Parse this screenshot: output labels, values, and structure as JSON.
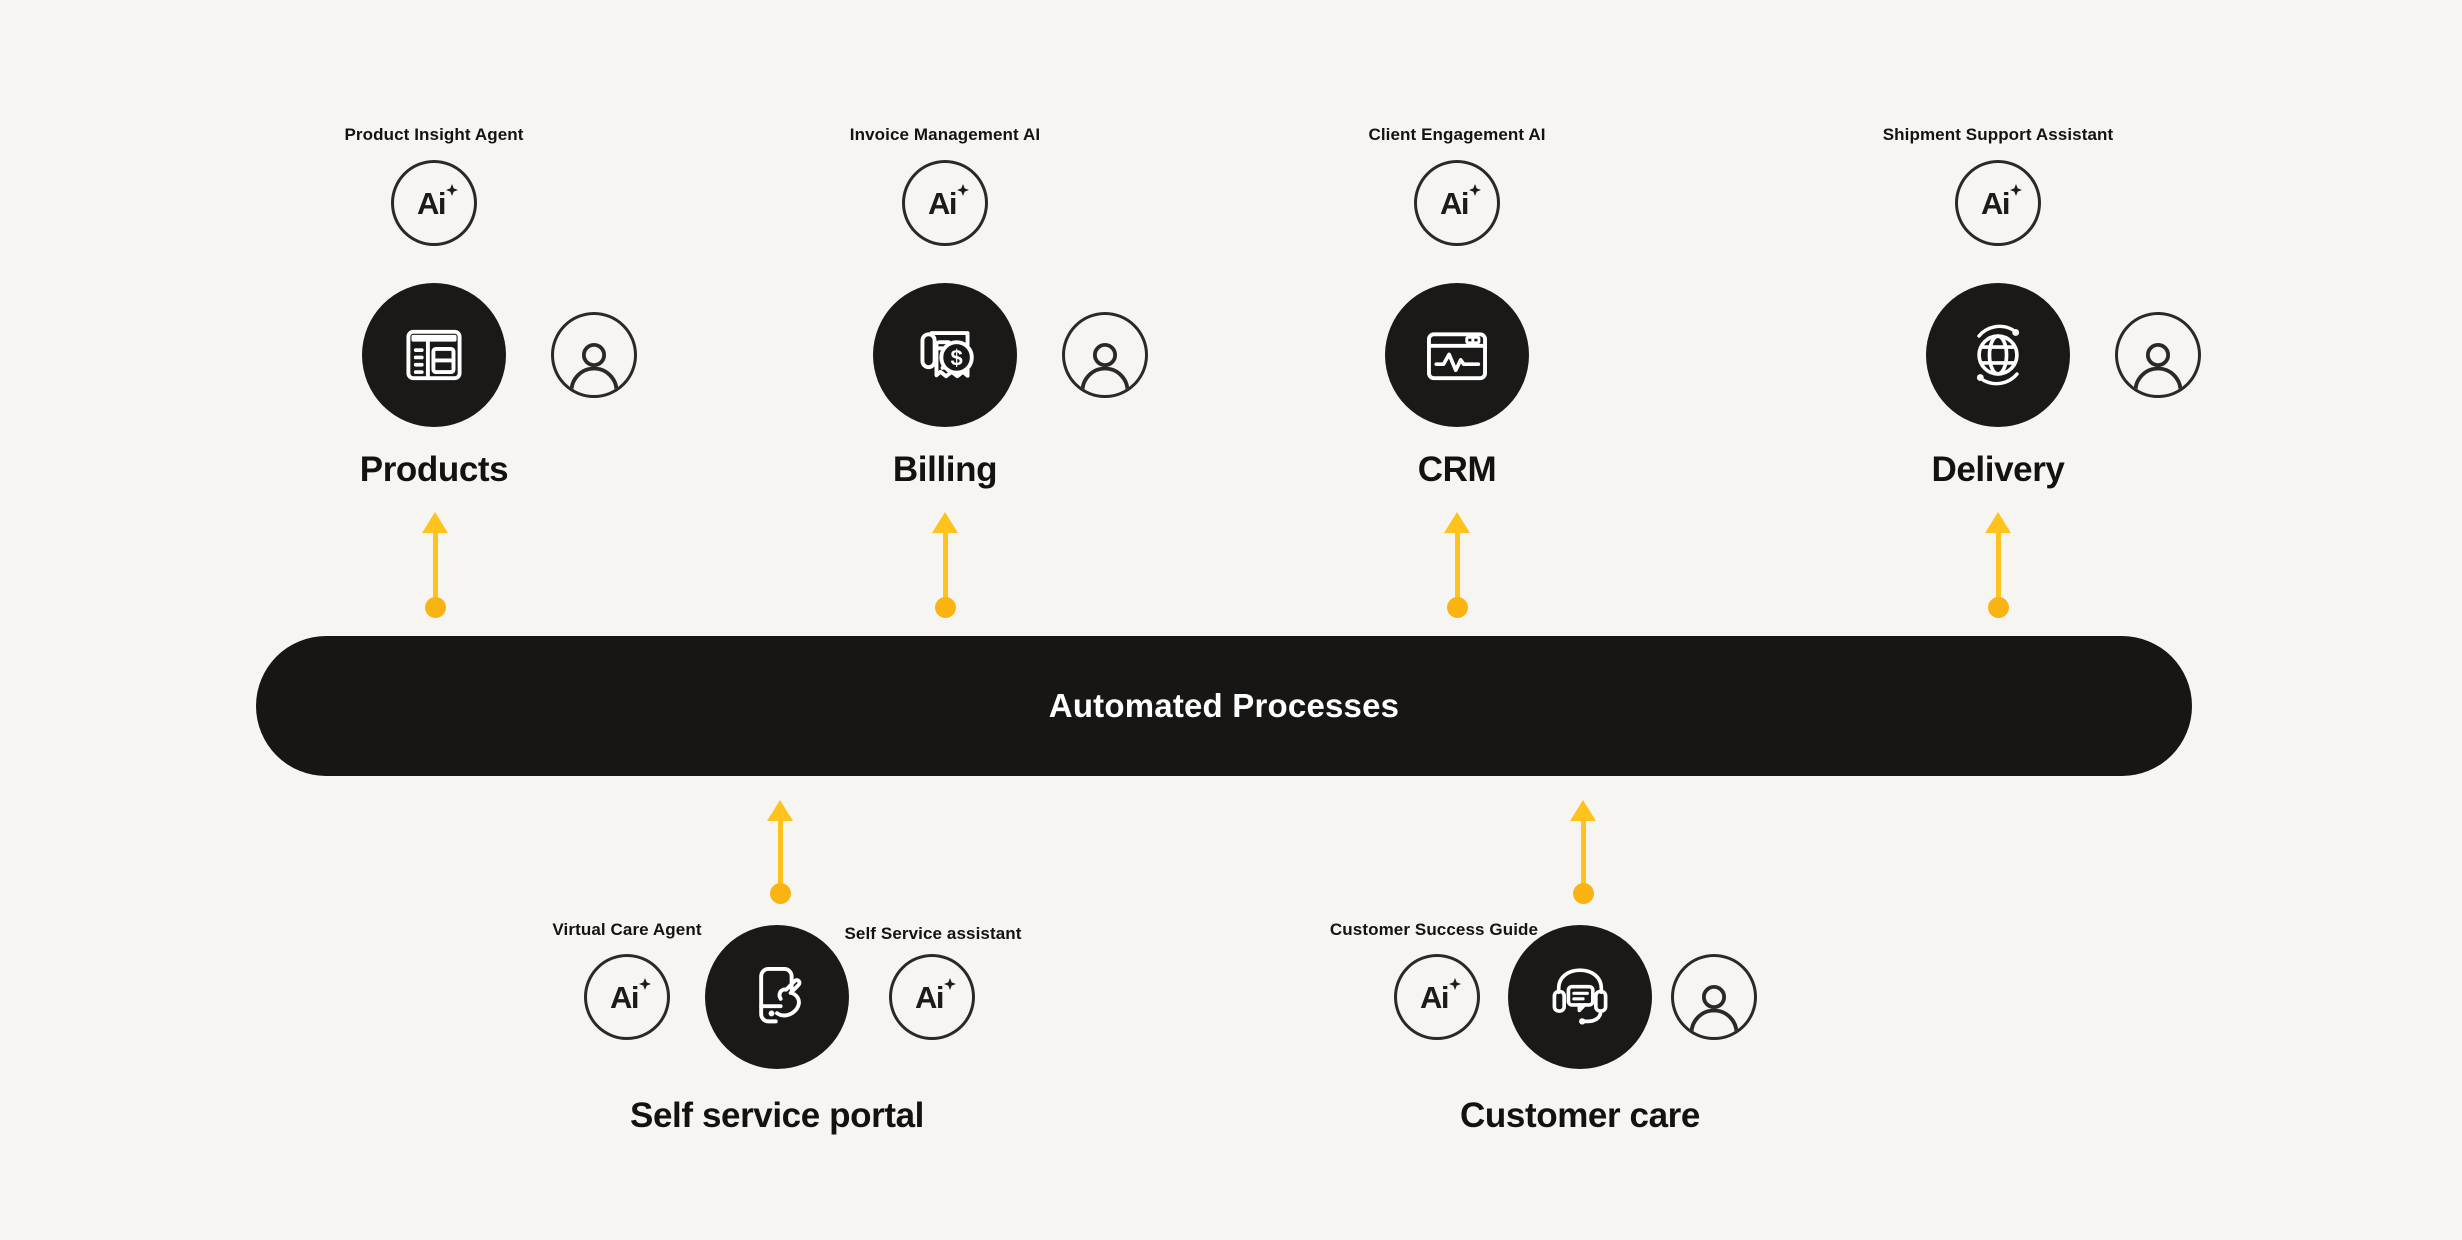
{
  "colors": {
    "background": "#f7f5f2",
    "node_dark": "#1b1918",
    "icon_stroke": "#ffffff",
    "arrow_yellow": "#ffc31e",
    "arrow_dot_yellow": "#f9b414",
    "text_dark": "#1c1a18",
    "bar_text": "#ffffff"
  },
  "bar": {
    "label": "Automated Processes"
  },
  "ai_badge_text": "Ai",
  "top_groups": [
    {
      "agent_label": "Product Insight Agent",
      "title": "Products"
    },
    {
      "agent_label": "Invoice Management AI",
      "title": "Billing"
    },
    {
      "agent_label": "Client Engagement AI",
      "title": "CRM"
    },
    {
      "agent_label": "Shipment Support Assistant",
      "title": "Delivery"
    }
  ],
  "bottom_groups": [
    {
      "left_agent_label": "Virtual Care Agent",
      "right_agent_label": "Self Service assistant",
      "title": "Self service portal"
    },
    {
      "agent_label": "Customer Success Guide",
      "title": "Customer care"
    }
  ]
}
